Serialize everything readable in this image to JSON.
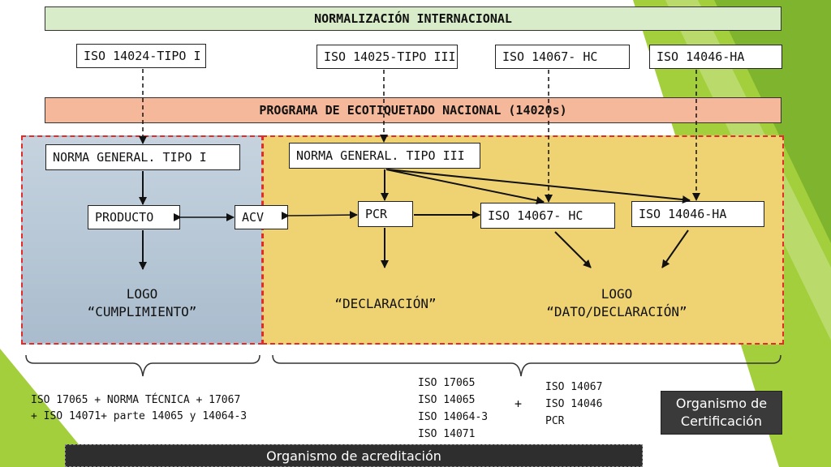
{
  "top_banner": "NORMALIZACIÓN INTERNACIONAL",
  "iso_standards": [
    "ISO 14024-TIPO I",
    "ISO 14025-TIPO III",
    "ISO 14067- HC",
    "ISO 14046-HA"
  ],
  "program_banner": "PROGRAMA DE ECOTIQUETADO NACIONAL (14020s)",
  "left_block": {
    "norm": "NORMA GENERAL. TIPO I",
    "product": "PRODUCTO",
    "logo_line1": "LOGO",
    "logo_line2": "“CUMPLIMIENTO”"
  },
  "acv": "ACV",
  "right_block": {
    "norm": "NORMA GENERAL. TIPO III",
    "pcr": "PCR",
    "hc": "ISO 14067- HC",
    "ha": "ISO 14046-HA",
    "declaracion": "“DECLARACIÓN”",
    "logo_line1": "LOGO",
    "logo_line2": "“DATO/DECLARACIÓN”"
  },
  "bottom": {
    "left_text_1": "ISO 17065 + NORMA TÉCNICA + 17067",
    "left_text_2": "+ ISO 14071+ parte 14065 y 14064-3",
    "middle_list": [
      "ISO 17065",
      "ISO 14065",
      "ISO 14064-3",
      "ISO 14071"
    ],
    "plus": "+",
    "right_list": [
      "ISO 14067",
      "ISO 14046",
      "PCR"
    ],
    "cert_line1": "Organismo de",
    "cert_line2": "Certificación",
    "accreditation": "Organismo de acreditación"
  },
  "colors": {
    "green_light": "#a4cf3c",
    "green_dark": "#7fb52e",
    "banner_green": "#d9ecc9",
    "banner_salmon": "#f5b89a",
    "left_region": "#b8c9d8",
    "right_region": "#efd373",
    "dashed_red": "#e52a2a"
  }
}
